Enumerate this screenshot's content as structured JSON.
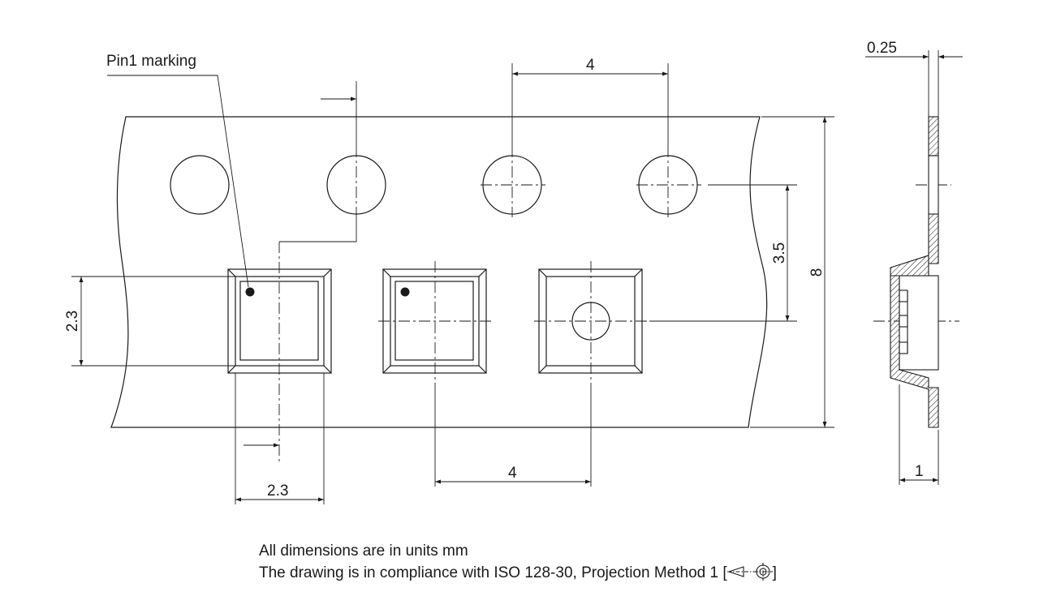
{
  "labels": {
    "pin1": "Pin1 marking",
    "pitch_top": "4",
    "pitch_bottom": "4",
    "row_offset": "3.5",
    "tape_width": "8",
    "thickness": "0.25",
    "depth": "1",
    "pocket_height": "2.3",
    "pocket_width": "2.3"
  },
  "notes": {
    "units": "All dimensions are in units mm",
    "compliance_prefix": "The drawing is in compliance with ISO 128-30, Projection Method 1 [",
    "compliance_suffix": "]"
  },
  "colors": {
    "line": "#1a1a1a",
    "fill": "#ffffff"
  },
  "icons": {
    "projection_symbol": "first-angle-projection-icon"
  }
}
